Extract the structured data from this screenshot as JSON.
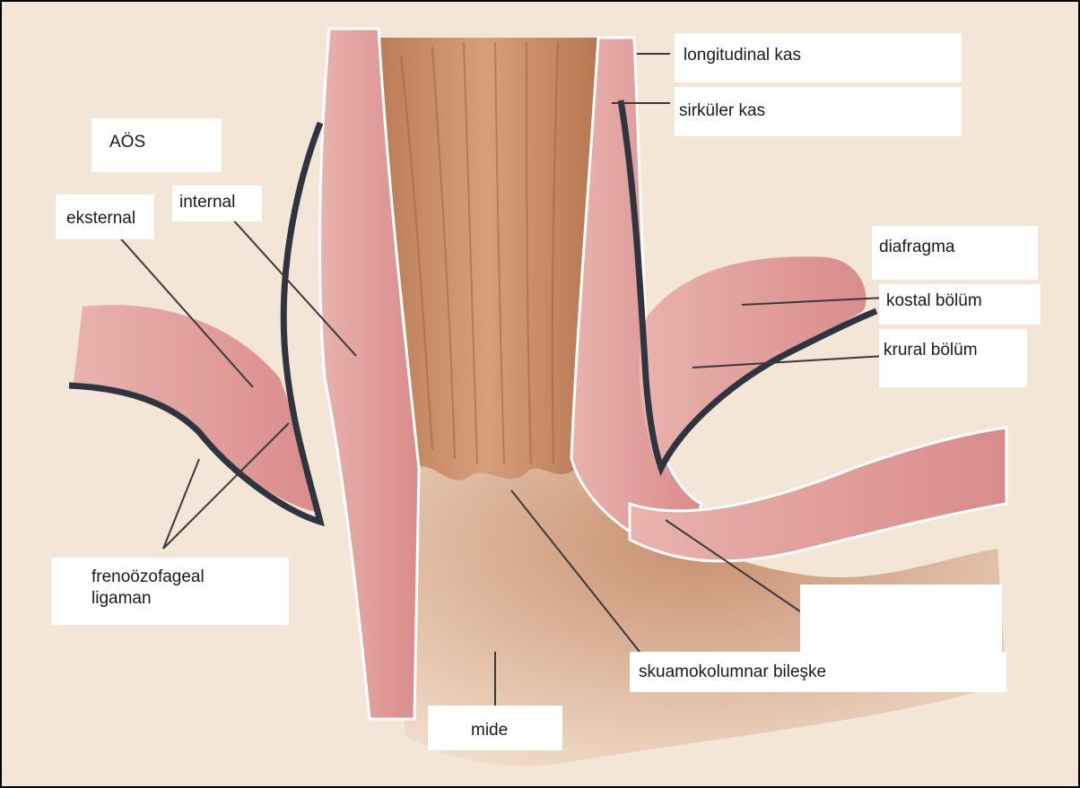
{
  "labels": {
    "aos": "AÖS",
    "eksternal": "eksternal",
    "internal": "internal",
    "longitudinal": "longitudinal kas",
    "sirkuler": "sirküler kas",
    "diafragma": "diafragma",
    "kostal": "kostal bölüm",
    "krural": "krural bölüm",
    "freno_line1": "frenoözofageal",
    "freno_line2": "ligaman",
    "skuamokolumnar": "skuamokolumnar bileşke",
    "mide": "mide"
  },
  "colors": {
    "background": "#f3e6d6",
    "muscle": "#e7a3a0",
    "lumen": "#c98b62",
    "membrane": "#2e3540",
    "leader": "#3a3a3a"
  }
}
